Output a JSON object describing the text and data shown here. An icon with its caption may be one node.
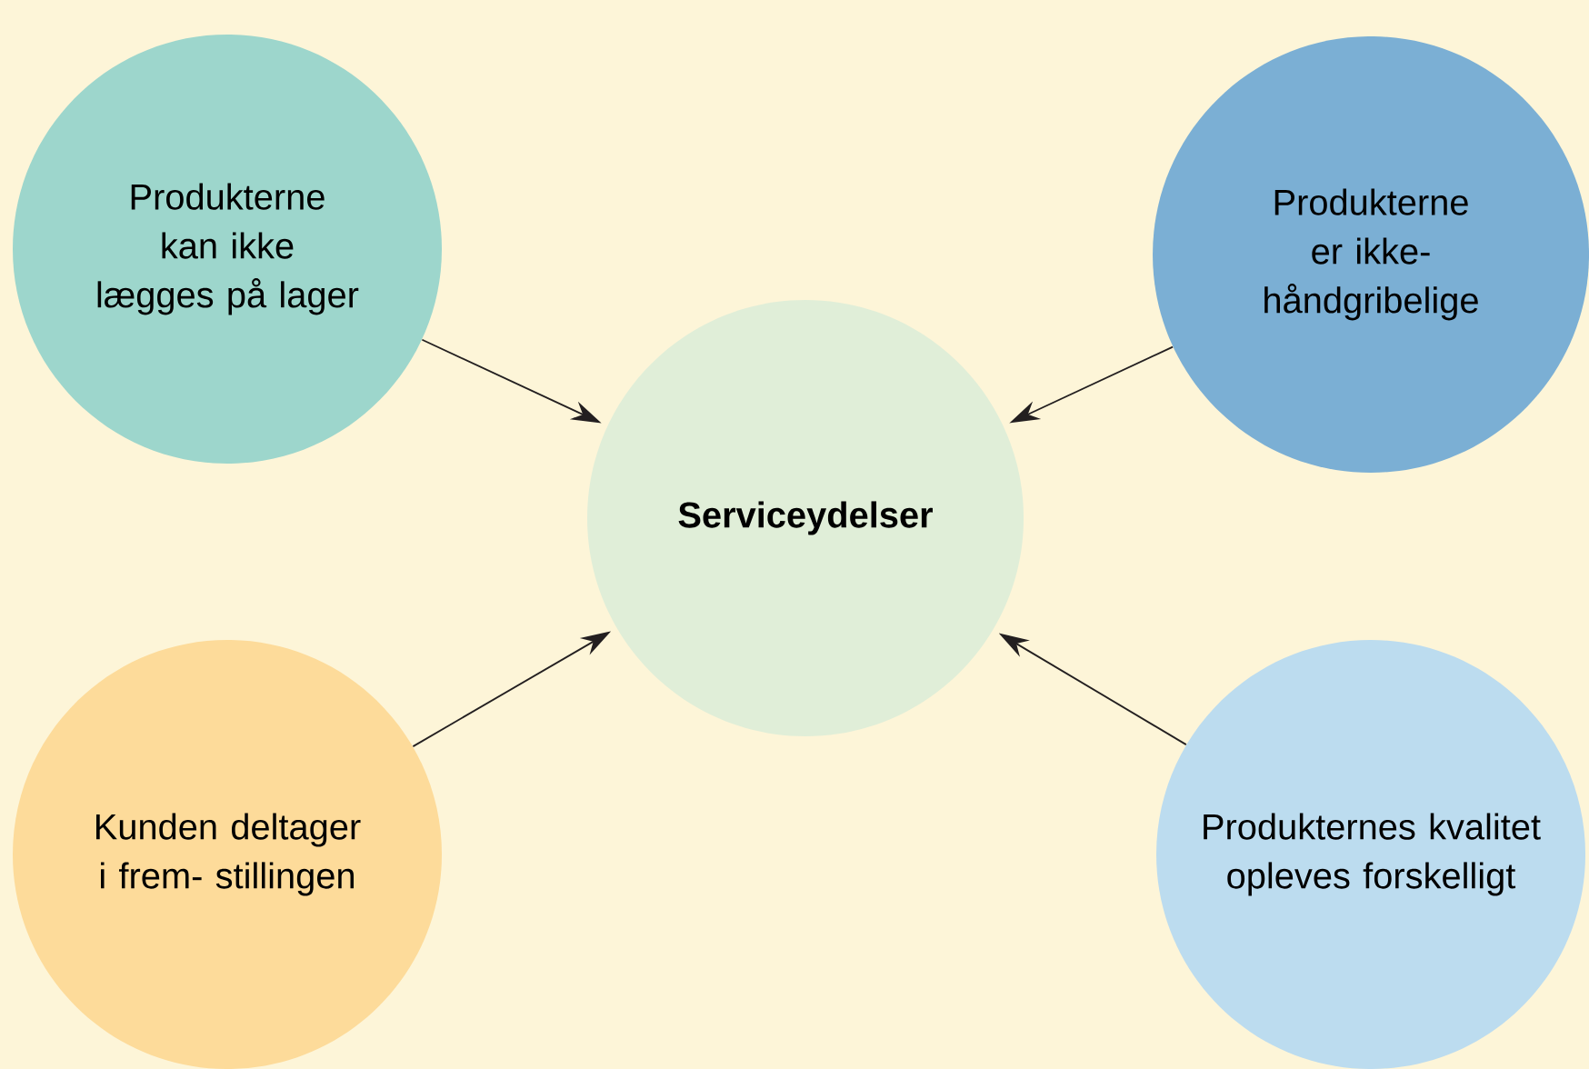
{
  "diagram": {
    "nodes": [
      {
        "text": [
          "Produkterne kan ikke lægges på lager"
        ]
      },
      {
        "text": [
          "Produkterne er ikke- håndgribelige"
        ]
      },
      {
        "text": [
          "Serviceydelser"
        ]
      },
      {
        "text": [
          "Kunden deltager i frem- stillingen"
        ]
      },
      {
        "text": [
          "Produkternes kvalitet opleves forskelligt"
        ]
      }
    ],
    "edges": [
      {
        "from": 0,
        "to": 2,
        "arrow": "to"
      },
      {
        "from": 1,
        "to": 2,
        "arrow": "to"
      },
      {
        "from": 3,
        "to": 2,
        "arrow": "to"
      },
      {
        "from": 4,
        "to": 2,
        "arrow": "to"
      }
    ]
  }
}
